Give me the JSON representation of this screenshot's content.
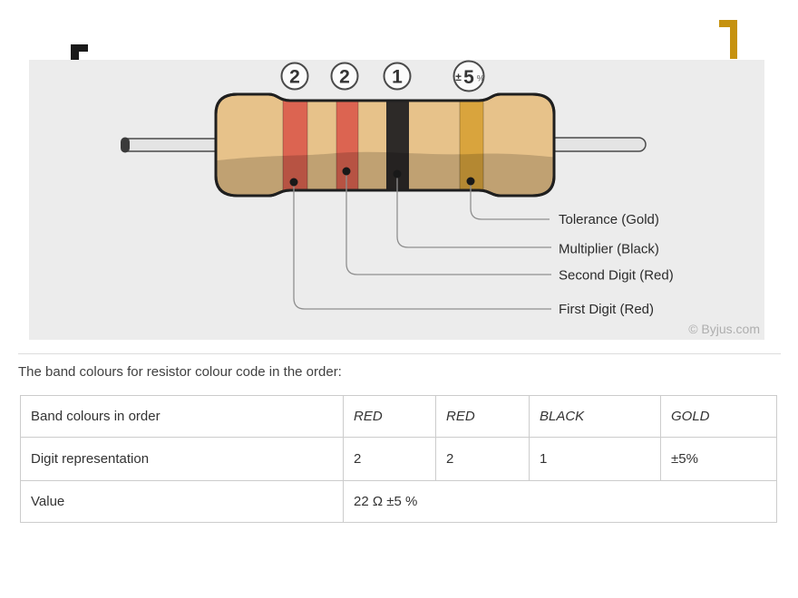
{
  "decorations": {
    "top_left_mark_color": "#1a1a1a",
    "top_right_mark_color": "#c6920f"
  },
  "diagram": {
    "panel_bg": "#ececec",
    "badges": [
      "2",
      "2",
      "1"
    ],
    "tolerance_badge": {
      "plus_minus": "±",
      "digit": "5",
      "percent": "%"
    },
    "callouts": [
      "Tolerance (Gold)",
      "Multiplier (Black)",
      "Second Digit (Red)",
      "First Digit (Red)"
    ],
    "watermark": "© Byjus.com",
    "colors": {
      "body": "#e7c28a",
      "red_band": "#dc6451",
      "black_band": "#2d2a28",
      "gold_band": "#d9a43d",
      "lead": "#e4e4e4"
    }
  },
  "caption": "The band colours for resistor colour code in the order:",
  "table": {
    "rows": [
      {
        "label": "Band colours in order",
        "cells": [
          "RED",
          "RED",
          "BLACK",
          "GOLD"
        ]
      },
      {
        "label": "Digit representation",
        "cells": [
          "2",
          "2",
          "1",
          "±5%"
        ]
      },
      {
        "label": "Value",
        "cells": [
          "22 Ω ±5 %"
        ]
      }
    ]
  }
}
